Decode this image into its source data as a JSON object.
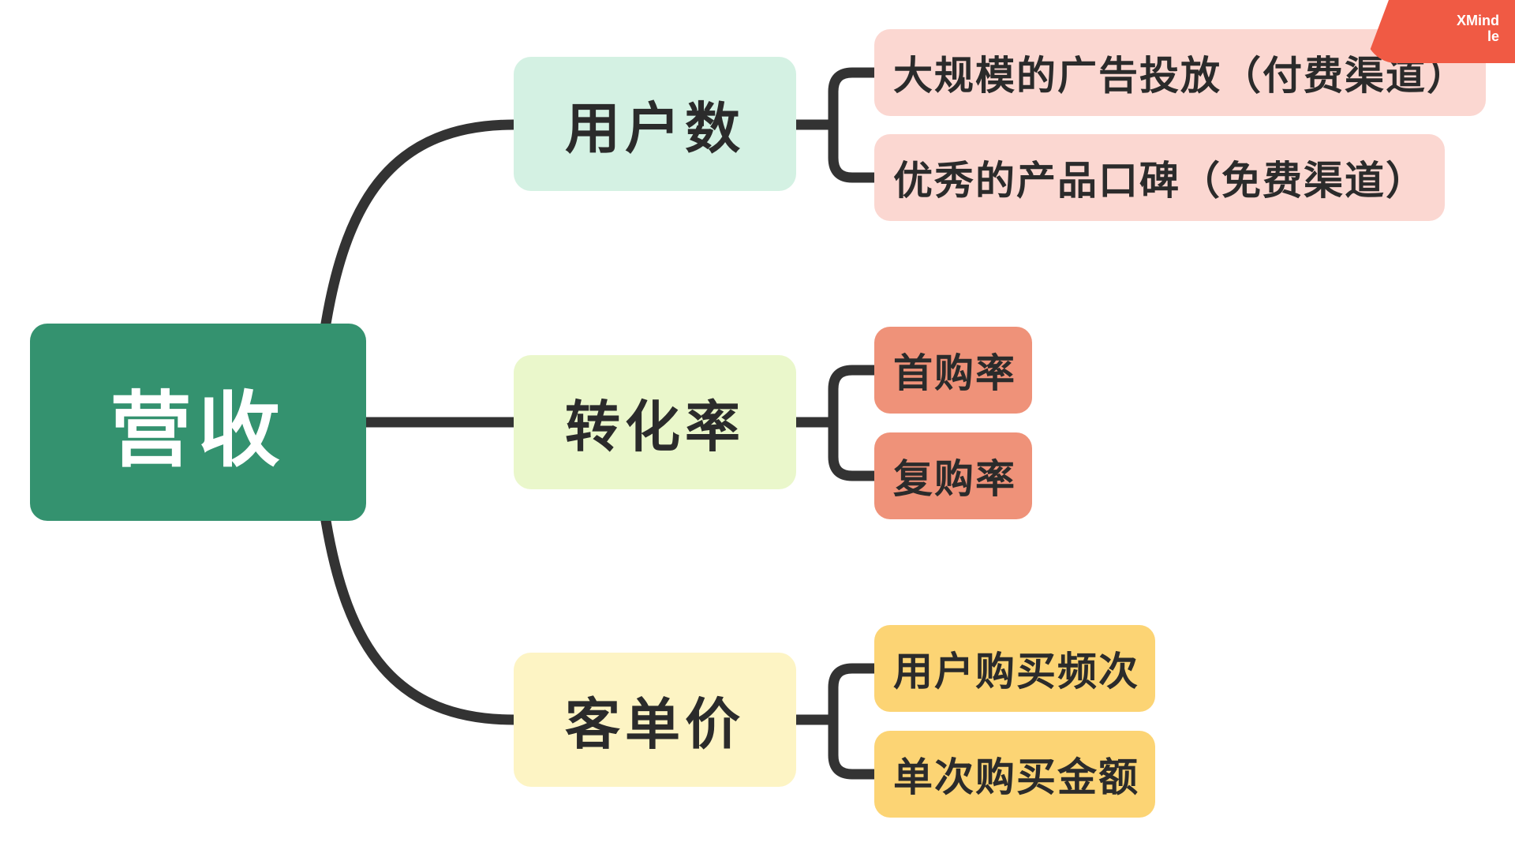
{
  "root": {
    "label": "营收"
  },
  "branches": [
    {
      "label": "用户数",
      "children": [
        "大规模的广告投放（付费渠道）",
        "优秀的产品口碑（免费渠道）"
      ]
    },
    {
      "label": "转化率",
      "children": [
        "首购率",
        "复购率"
      ]
    },
    {
      "label": "客单价",
      "children": [
        "用户购买频次",
        "单次购买金额"
      ]
    }
  ],
  "watermark": {
    "line1": "XMind",
    "line2": "le"
  },
  "colors": {
    "root": "#34926f",
    "users": "#d4f1e3",
    "conversion": "#eaf7cb",
    "price": "#fdf4c4",
    "leaf_users": "#fbd7d1",
    "leaf_conversion": "#ef9279",
    "leaf_price": "#fcd474",
    "connector": "#333333",
    "watermark": "#f05a44"
  }
}
